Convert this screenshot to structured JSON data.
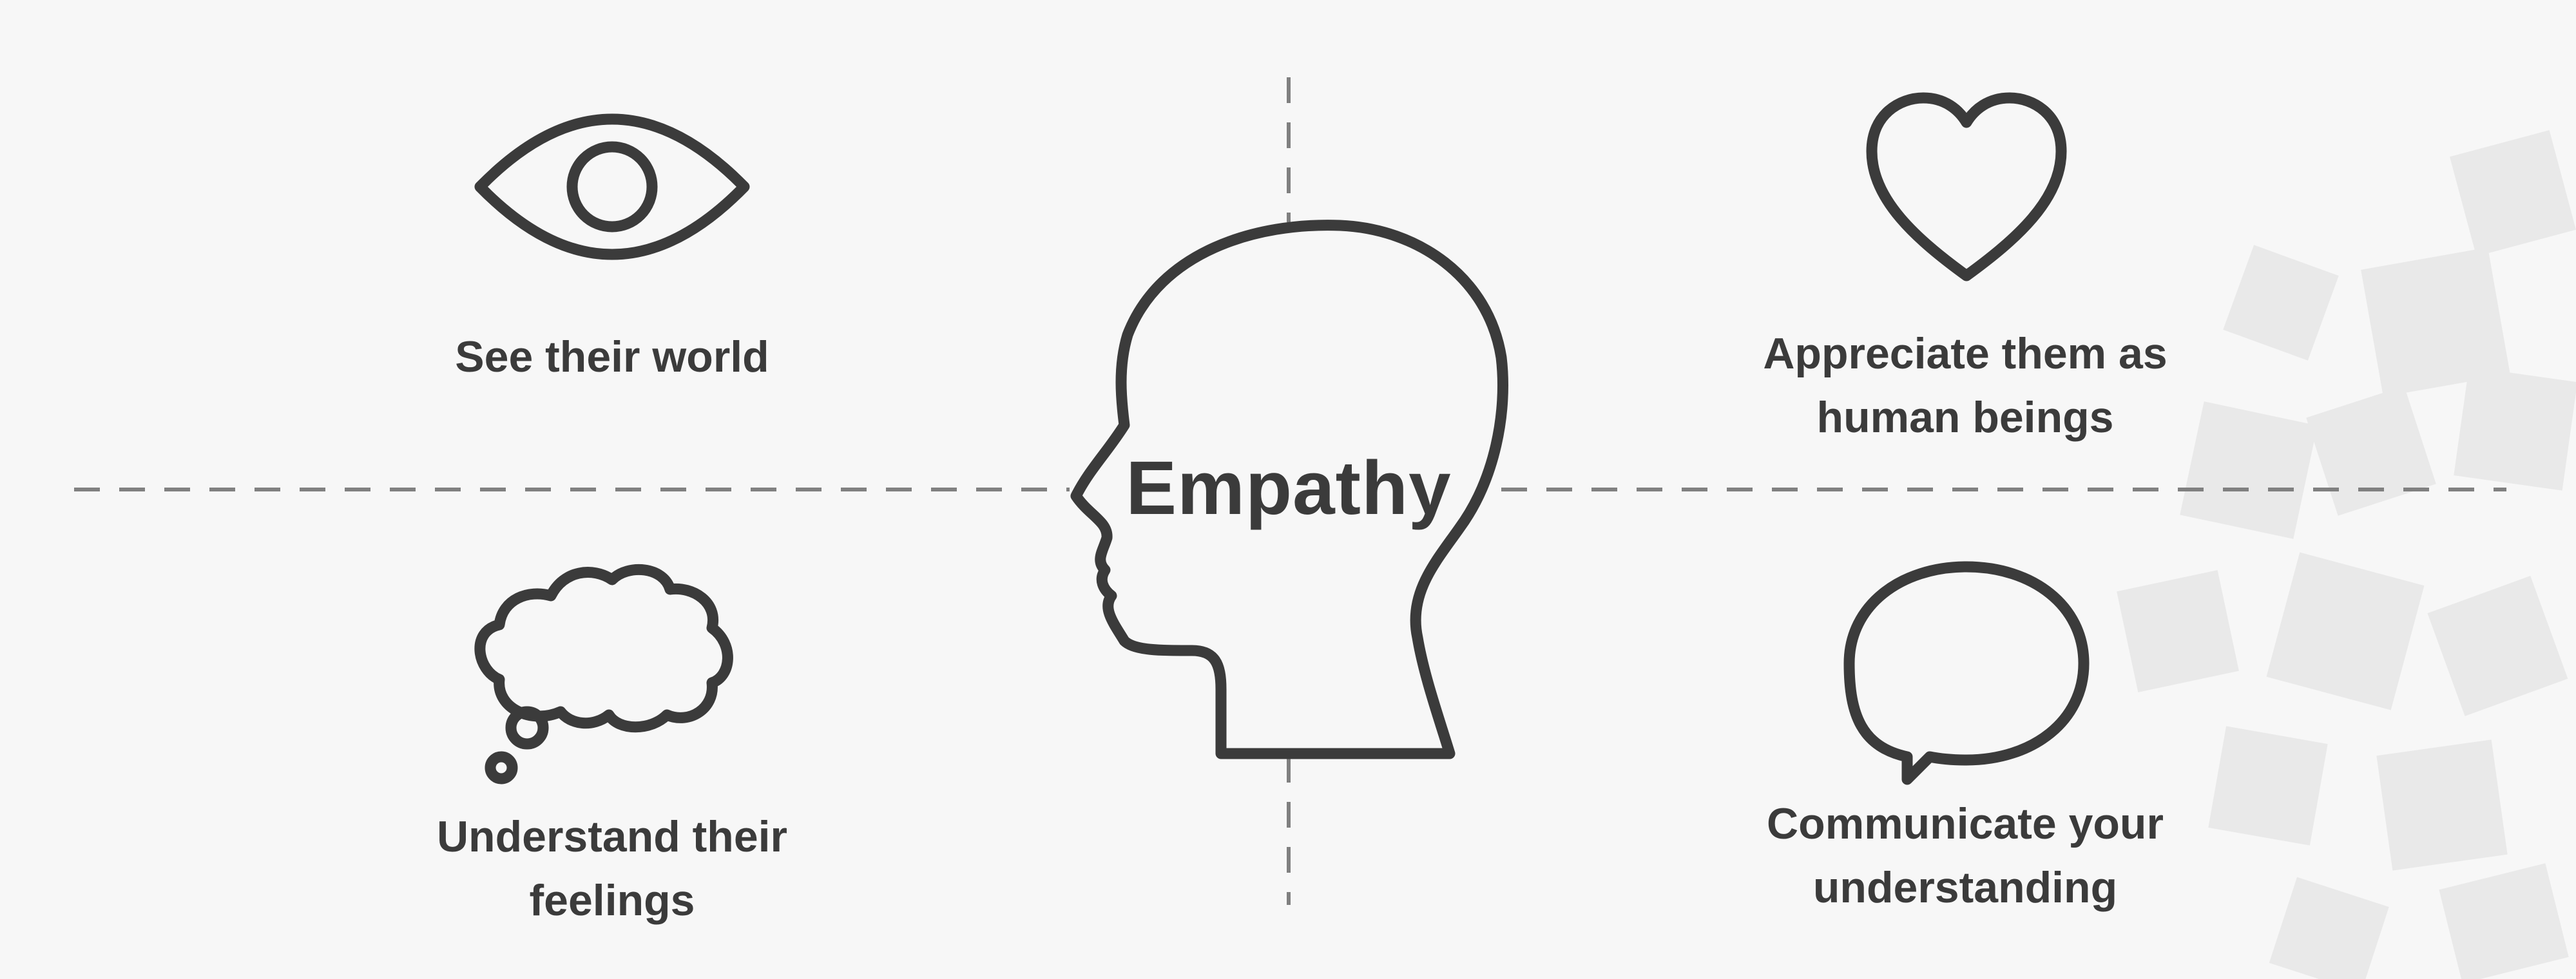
{
  "diagram": {
    "center_title": "Empathy",
    "quadrants": {
      "top_left": {
        "icon": "eye-icon",
        "lines": [
          "See their world"
        ]
      },
      "top_right": {
        "icon": "heart-icon",
        "lines": [
          "Appreciate them as",
          "human beings"
        ]
      },
      "bottom_left": {
        "icon": "thought-bubble-icon",
        "lines": [
          "Understand their",
          "feelings"
        ]
      },
      "bottom_right": {
        "icon": "speech-bubble-icon",
        "lines": [
          "Communicate your",
          "understanding"
        ]
      }
    },
    "center_icon": "head-profile-icon"
  },
  "colors": {
    "background": "#f7f7f7",
    "stroke": "#3b3b3b",
    "dashed": "#808080",
    "decor": "#e6e6e6"
  }
}
